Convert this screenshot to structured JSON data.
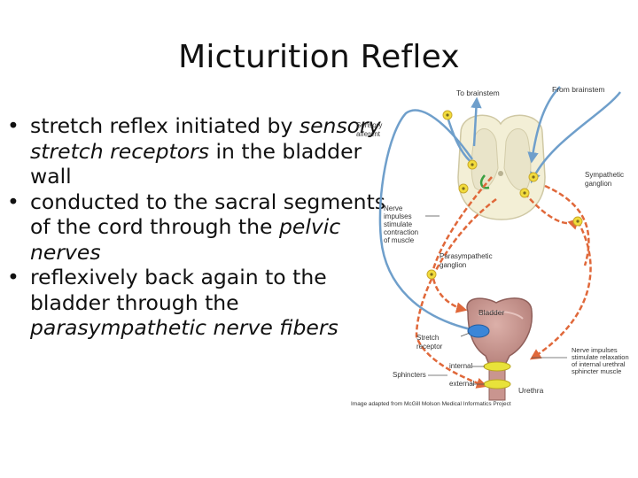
{
  "slide": {
    "title": "Micturition Reflex",
    "bullets": [
      {
        "segments": [
          {
            "text": "stretch reflex initiated by ",
            "italic": false
          },
          {
            "text": "sensory stretch receptors",
            "italic": true
          },
          {
            "text": " in the bladder wall",
            "italic": false
          }
        ]
      },
      {
        "segments": [
          {
            "text": "conducted to the sacral segments of the cord through the ",
            "italic": false
          },
          {
            "text": "pelvic nerves",
            "italic": true
          }
        ]
      },
      {
        "segments": [
          {
            "text": "reflexively back again to the bladder through the ",
            "italic": false
          },
          {
            "text": "parasympathetic nerve fibers",
            "italic": true
          }
        ]
      }
    ],
    "bullet_glyph": "•"
  },
  "figure": {
    "labels": {
      "to_brainstem": "To brainstem",
      "from_brainstem": "From brainstem",
      "sensory_afferent_1": "Sensory",
      "sensory_afferent_2": "afferent",
      "sympathetic_1": "Sympathetic",
      "sympathetic_2": "ganglion",
      "nerve_impulses_1": "Nerve",
      "nerve_impulses_2": "impulses",
      "nerve_impulses_3": "stimulate",
      "nerve_impulses_4": "contraction",
      "nerve_impulses_5": "of muscle",
      "parasympathetic_1": "Parasympathetic",
      "parasympathetic_2": "ganglion",
      "bladder": "Bladder",
      "stretch_receptor_1": "Stretch",
      "stretch_receptor_2": "receptor",
      "sphincters": "Sphincters",
      "internal": "internal",
      "external": "external",
      "urethra": "Urethra",
      "relax_1": "Nerve impulses",
      "relax_2": "stimulate relaxation",
      "relax_3": "of internal urethral",
      "relax_4": "sphincter muscle",
      "credit": "Image adapted from McGill Molson Medical Informatics Project"
    },
    "colors": {
      "sensory_blue": "#6f9fcb",
      "motor_orange": "#e0683a",
      "spinal_cord": "#f3efd6",
      "grey_matter": "#e9e4c9",
      "bladder": "#c9958f",
      "sphincter": "#e8e23a",
      "neuron_dot": "#f2dc3c"
    }
  }
}
